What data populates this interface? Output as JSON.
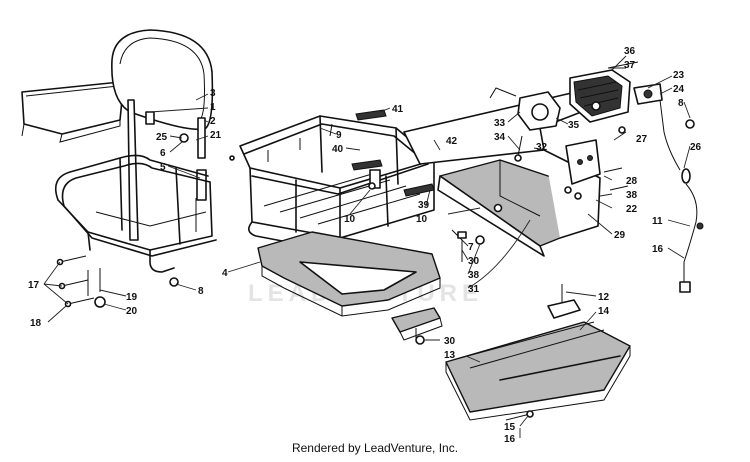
{
  "watermark": "LEADVENTURE",
  "footer": "Rendered by LeadVenture, Inc.",
  "callouts": [
    {
      "id": "c36",
      "text": "36"
    },
    {
      "id": "c37",
      "text": "37"
    },
    {
      "id": "c23",
      "text": "23"
    },
    {
      "id": "c24",
      "text": "24"
    },
    {
      "id": "c8a",
      "text": "8"
    },
    {
      "id": "c3",
      "text": "3"
    },
    {
      "id": "c1",
      "text": "1"
    },
    {
      "id": "c2",
      "text": "2"
    },
    {
      "id": "c21",
      "text": "21"
    },
    {
      "id": "c25",
      "text": "25"
    },
    {
      "id": "c6",
      "text": "6"
    },
    {
      "id": "c5",
      "text": "5"
    },
    {
      "id": "c41",
      "text": "41"
    },
    {
      "id": "c9",
      "text": "9"
    },
    {
      "id": "c40",
      "text": "40"
    },
    {
      "id": "c42",
      "text": "42"
    },
    {
      "id": "c33",
      "text": "33"
    },
    {
      "id": "c34",
      "text": "34"
    },
    {
      "id": "c35",
      "text": "35"
    },
    {
      "id": "c27",
      "text": "27"
    },
    {
      "id": "c32",
      "text": "32"
    },
    {
      "id": "c26",
      "text": "26"
    },
    {
      "id": "c28",
      "text": "28"
    },
    {
      "id": "c38a",
      "text": "38"
    },
    {
      "id": "c22",
      "text": "22"
    },
    {
      "id": "c39",
      "text": "39"
    },
    {
      "id": "c10a",
      "text": "10"
    },
    {
      "id": "c10b",
      "text": "10"
    },
    {
      "id": "c11",
      "text": "11"
    },
    {
      "id": "c29",
      "text": "29"
    },
    {
      "id": "c16a",
      "text": "16"
    },
    {
      "id": "c7",
      "text": "7"
    },
    {
      "id": "c30a",
      "text": "30"
    },
    {
      "id": "c38b",
      "text": "38"
    },
    {
      "id": "c31",
      "text": "31"
    },
    {
      "id": "c4",
      "text": "4"
    },
    {
      "id": "c8b",
      "text": "8"
    },
    {
      "id": "c17",
      "text": "17"
    },
    {
      "id": "c19",
      "text": "19"
    },
    {
      "id": "c20",
      "text": "20"
    },
    {
      "id": "c18",
      "text": "18"
    },
    {
      "id": "c12",
      "text": "12"
    },
    {
      "id": "c14",
      "text": "14"
    },
    {
      "id": "c30b",
      "text": "30"
    },
    {
      "id": "c13",
      "text": "13"
    },
    {
      "id": "c15",
      "text": "15"
    },
    {
      "id": "c16b",
      "text": "16"
    }
  ]
}
